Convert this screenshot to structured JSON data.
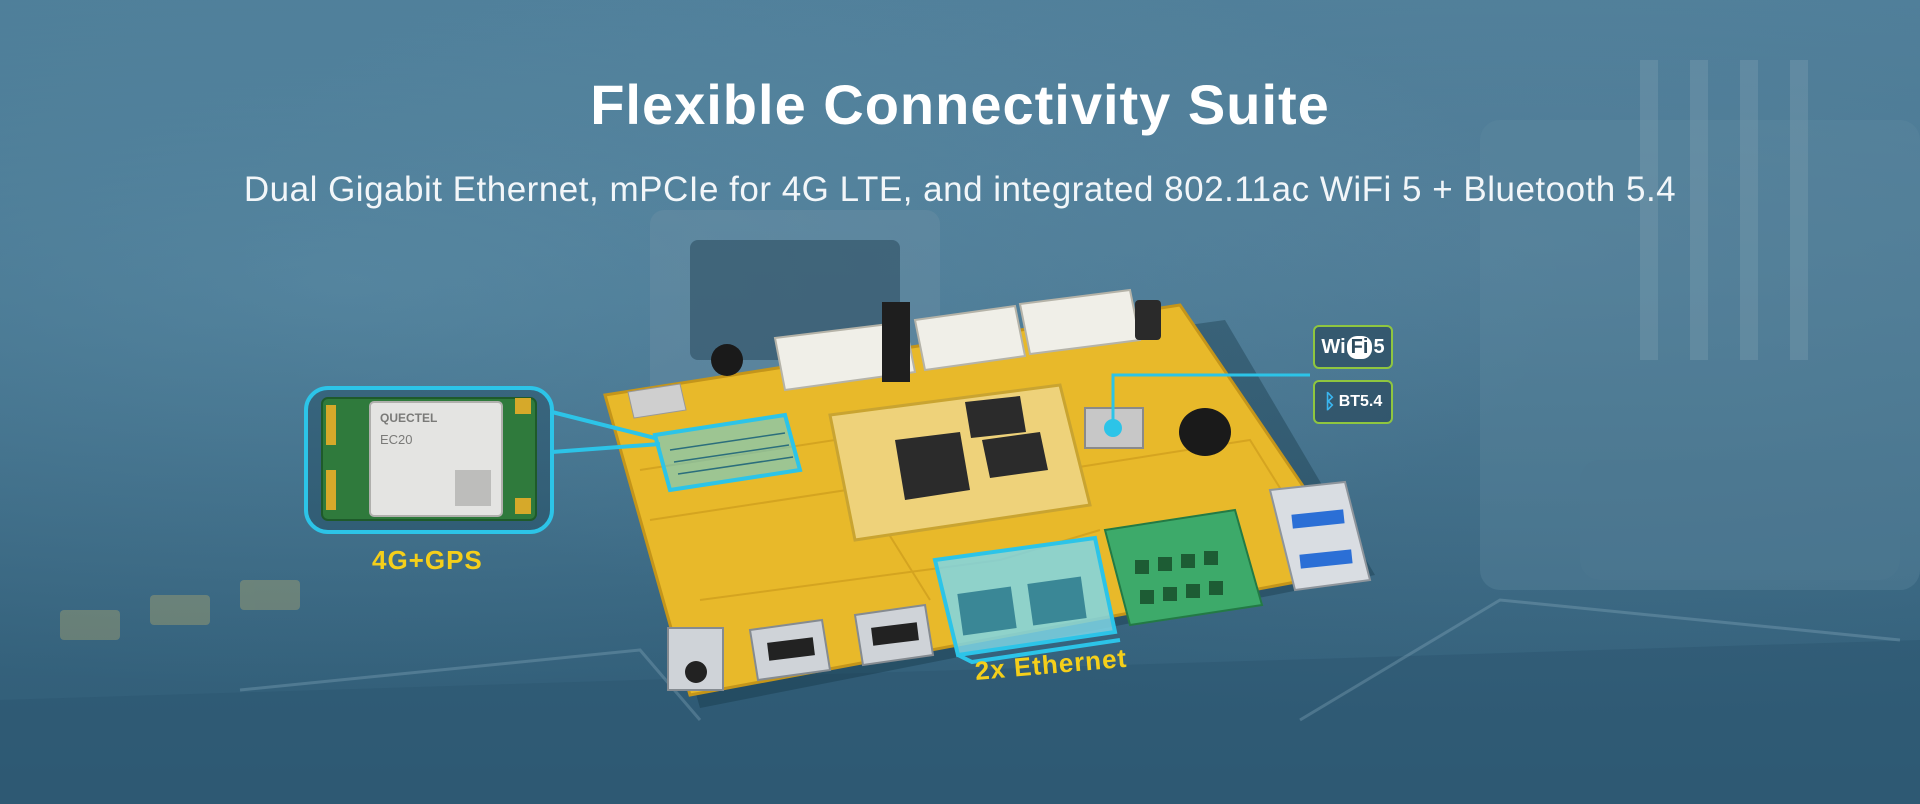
{
  "heading": {
    "title": "Flexible Connectivity Suite",
    "subtitle": "Dual Gigabit Ethernet, mPCIe for 4G LTE, and integrated 802.11ac WiFi 5 + Bluetooth 5.4"
  },
  "callouts": {
    "module_label": "4G+GPS",
    "ethernet_label": "2x Ethernet"
  },
  "badges": {
    "wifi_prefix": "Wi",
    "wifi_mid": "Fi",
    "wifi_suffix": "5",
    "bt_text": "BT5.4"
  },
  "module_print": {
    "brand": "QUECTEL",
    "model": "EC20"
  },
  "icons": {
    "bluetooth": "bluetooth-icon"
  },
  "colors": {
    "accent": "#2cc4e8",
    "label": "#f5cf1a",
    "pcb": "#e8b92a",
    "badge_border": "#8fc63f"
  }
}
